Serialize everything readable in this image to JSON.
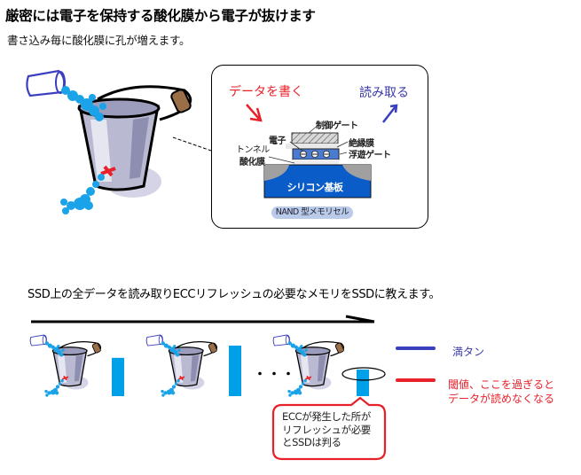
{
  "header": {
    "title": "厳密には電子を保持する酸化膜から電子が抜けます",
    "subtitle": "書さ込み毎に酸化膜に孔が増えます。"
  },
  "nand_diagram": {
    "write_label": "データを書く",
    "read_label": "読み取る",
    "control_gate": "制御ゲート",
    "electron": "電子",
    "insulating_film": "絶縁膜",
    "tunnel_oxide_line1": "トンネル",
    "tunnel_oxide_line2": "酸化膜",
    "floating_gate": "浮遊ゲート",
    "silicon_substrate": "シリコン基板",
    "cell_caption": "NAND 型メモリセル"
  },
  "refresh": {
    "description": "SSD上の全データを読み取りECCリフレッシュの必要なメモリをSSDに教えます。",
    "ellipsis": "・・・",
    "cells": [
      {
        "fill_level": 0.72,
        "highlighted": false
      },
      {
        "fill_level": 0.95,
        "highlighted": false
      },
      {
        "fill_level": 0.5,
        "highlighted": true
      }
    ],
    "callout_line1": "ECCが発生した所が",
    "callout_line2": "リフレッシュが必要",
    "callout_line3": "とSSDは判る"
  },
  "legend": {
    "full_label": "満タン",
    "full_color": "#3a3fc0",
    "threshold_line1": "閾値、ここを過ぎると",
    "threshold_line2": "データが読めなくなる",
    "threshold_color": "#e8202a"
  },
  "colors": {
    "water": "#1aa3e8",
    "bar": "#00a0e8",
    "bucket": "#b9b9d2",
    "silicon": "#0a5cc8",
    "floating_gate": "#4a7bd0",
    "callout_border": "#e8202a"
  }
}
